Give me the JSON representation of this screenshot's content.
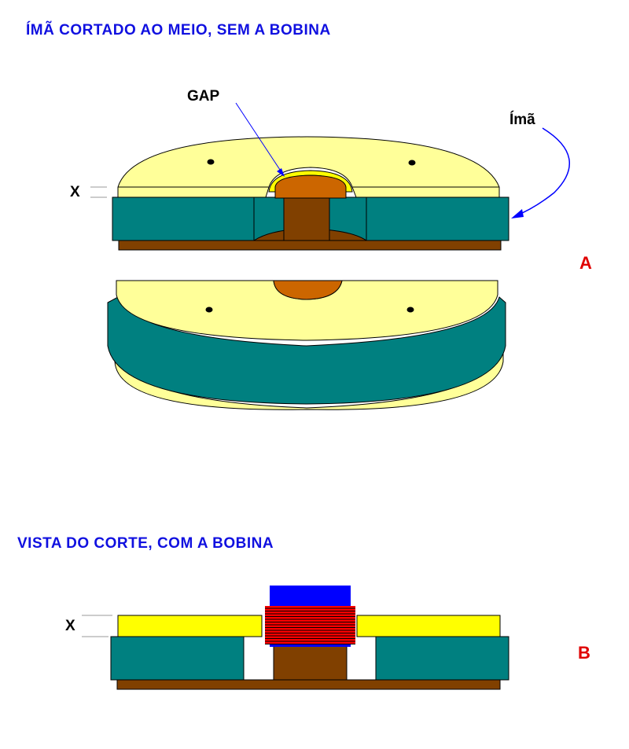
{
  "titles": {
    "top": "ÍMÃ CORTADO AO MEIO, SEM A BOBINA",
    "bottom": "VISTA DO CORTE, COM A BOBINA"
  },
  "labels": {
    "gap": "GAP",
    "ima": "Ímã",
    "x_top": "X",
    "x_bottom": "X",
    "figure_a": "A",
    "figure_b": "B"
  },
  "colors": {
    "yellow_light": "#ffff99",
    "yellow": "#ffff00",
    "teal": "#008080",
    "brown": "#804000",
    "copper": "#cc6600",
    "blue": "#0000ff",
    "red": "#ff0000",
    "title_blue": "#1010e0",
    "tag_red": "#e00000"
  }
}
